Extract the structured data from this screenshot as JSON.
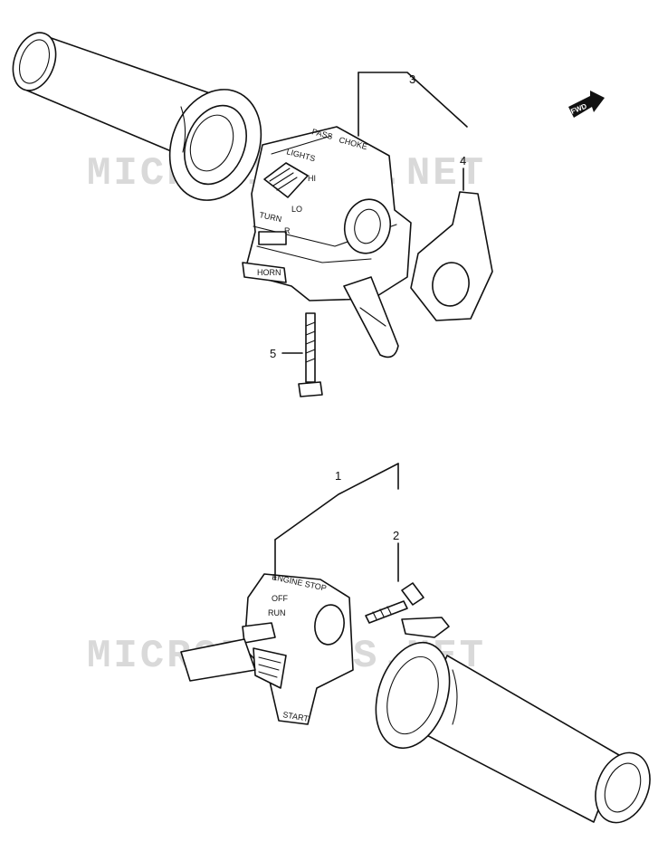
{
  "watermark": "MICROFICHES.NET",
  "fwd_label": "FWD",
  "callouts": {
    "c1": "1",
    "c2": "2",
    "c3": "3",
    "c4": "4",
    "c5": "5"
  },
  "right_switch_labels": {
    "pass": "PASS",
    "choke": "CHOKE",
    "lights": "LIGHTS",
    "hi": "HI",
    "lo": "LO",
    "turn": "TURN",
    "r": "R",
    "horn": "HORN"
  },
  "left_switch_labels": {
    "engine_stop": "ENGINE STOP",
    "off": "OFF",
    "run": "RUN",
    "start": "START"
  }
}
